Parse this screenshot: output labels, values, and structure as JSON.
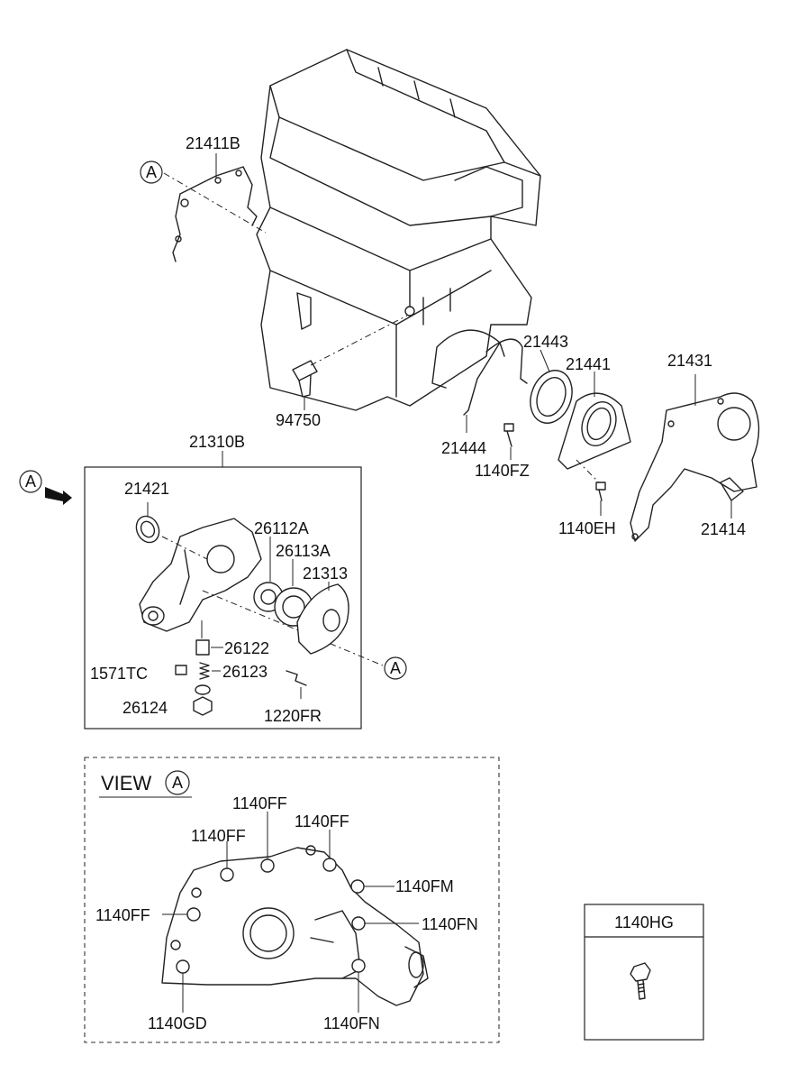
{
  "labels": {
    "p21411B": "21411B",
    "p94750": "94750",
    "p21443": "21443",
    "p21441": "21441",
    "p21431": "21431",
    "p21444": "21444",
    "p1140FZ": "1140FZ",
    "p1140EH": "1140EH",
    "p21414": "21414",
    "p21310B": "21310B",
    "p21421": "21421",
    "p26112A": "26112A",
    "p26113A": "26113A",
    "p21313": "21313",
    "p26122": "26122",
    "p1571TC": "1571TC",
    "p26123": "26123",
    "p26124": "26124",
    "p1220FR": "1220FR"
  },
  "markers": {
    "ref_a": "A"
  },
  "view": {
    "title": "VIEW",
    "marker": "A",
    "ff_top": "1140FF",
    "ff_left": "1140FF",
    "ff_right": "1140FF",
    "fm": "1140FM",
    "ff_side": "1140FF",
    "fn_right": "1140FN",
    "gd": "1140GD",
    "fn_bottom": "1140FN"
  },
  "legend_box": {
    "title": "1140HG"
  }
}
